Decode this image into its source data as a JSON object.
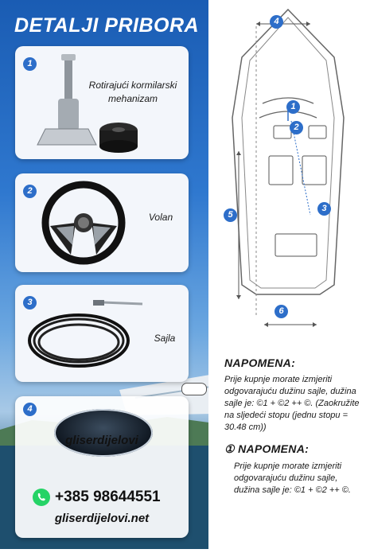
{
  "header": {
    "title": "DETALJI PRIBORA"
  },
  "items": [
    {
      "number": "1",
      "label_line1": "Rotirajući kormilarski",
      "label_line2": "mehanizam",
      "icon": "steering-mechanism-icon"
    },
    {
      "number": "2",
      "label_line1": "Volan",
      "icon": "steering-wheel-icon"
    },
    {
      "number": "3",
      "label_line1": "Sajla",
      "icon": "cable-coil-icon"
    },
    {
      "number": "4"
    }
  ],
  "brand": {
    "logo_text": "gliserdijelovi",
    "phone": "+385 98644551",
    "website": "gliserdijelovi.net",
    "whatsapp_color": "#25d366"
  },
  "diagram": {
    "labels": [
      "1",
      "2",
      "3",
      "4",
      "5",
      "6"
    ]
  },
  "note1": {
    "title": "NAPOMENA:",
    "body": "Prije kupnje morate izmjeriti odgovarajuću dužinu sajle, dužina sajle je: ©1 + ©2 ++ ©. (Zaokružite na sljedeći stopu (jednu stopu = 30.48 cm))"
  },
  "note2": {
    "number": "①",
    "title": "NAPOMENA:",
    "body": "Prije kupnje morate izmjeriti odgovarajuću dužinu sajle, dužina sajle je: ©1 + ©2 ++ ©."
  },
  "colors": {
    "accent": "#2d6ec9",
    "title": "#ffffff",
    "card_bg": "#f3f6fb"
  }
}
